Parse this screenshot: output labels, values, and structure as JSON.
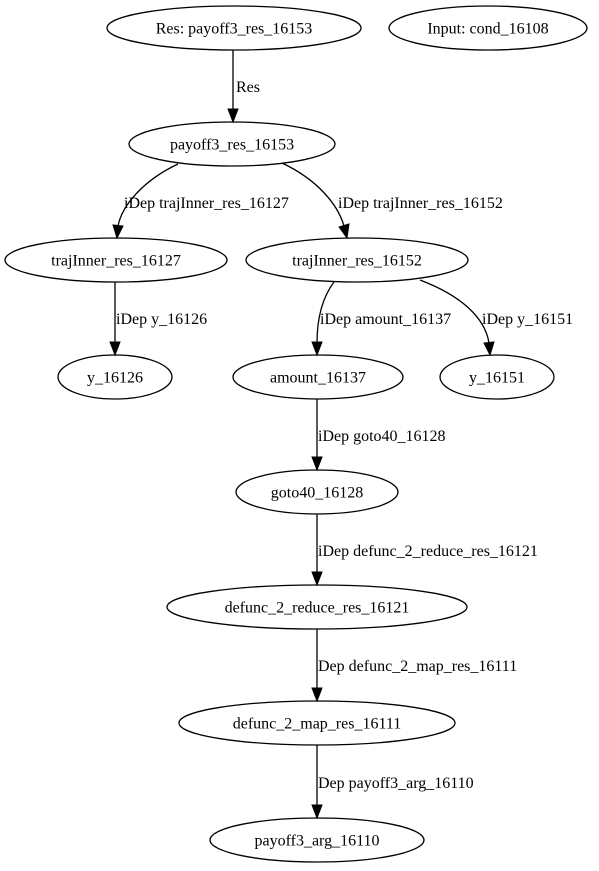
{
  "nodes": {
    "res_root": "Res: payoff3_res_16153",
    "input_cond": "Input: cond_16108",
    "payoff3_res": "payoff3_res_16153",
    "trajinner_127": "trajInner_res_16127",
    "trajinner_152": "trajInner_res_16152",
    "y_126": "y_16126",
    "amount_137": "amount_16137",
    "y_151": "y_16151",
    "goto40_128": "goto40_16128",
    "reduce_121": "defunc_2_reduce_res_16121",
    "map_111": "defunc_2_map_res_16111",
    "arg_110": "payoff3_arg_16110"
  },
  "edges": {
    "res": "Res",
    "idep_traj127": "iDep trajInner_res_16127",
    "idep_traj152": "iDep trajInner_res_16152",
    "idep_y126": "iDep y_16126",
    "idep_amount": "iDep amount_16137",
    "idep_y151": "iDep y_16151",
    "idep_goto40": "iDep goto40_16128",
    "idep_reduce": "iDep defunc_2_reduce_res_16121",
    "dep_map": "Dep defunc_2_map_res_16111",
    "dep_arg": "Dep payoff3_arg_16110"
  }
}
